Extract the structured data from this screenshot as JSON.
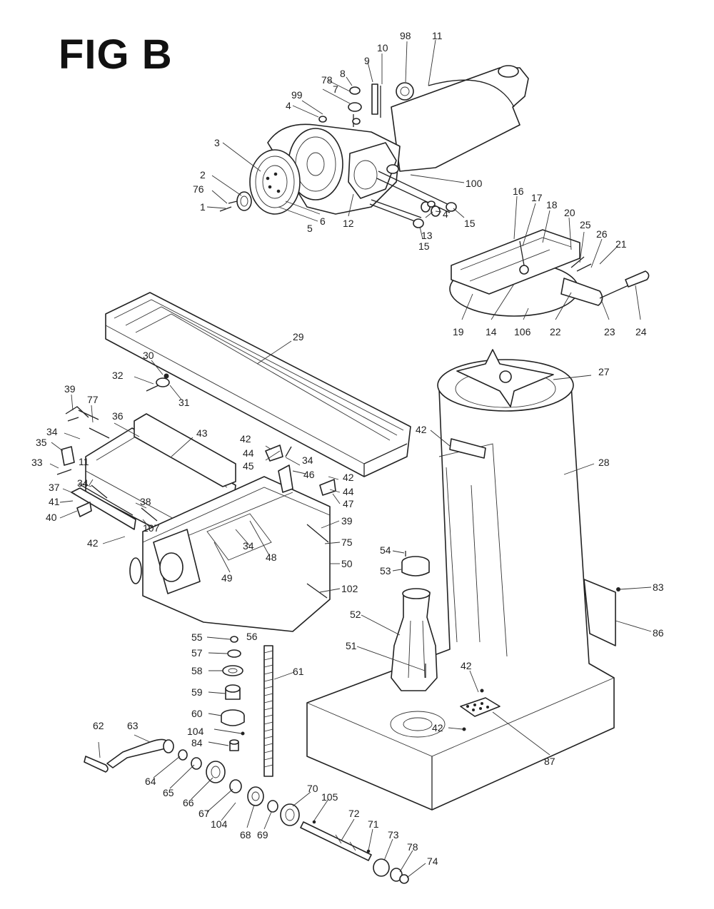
{
  "figure": {
    "title": "FIG B"
  },
  "callouts": [
    {
      "id": "1",
      "text": "1"
    },
    {
      "id": "2",
      "text": "2"
    },
    {
      "id": "3",
      "text": "3"
    },
    {
      "id": "4a",
      "text": "4"
    },
    {
      "id": "4b",
      "text": "4"
    },
    {
      "id": "5",
      "text": "5"
    },
    {
      "id": "6",
      "text": "6"
    },
    {
      "id": "7",
      "text": "7"
    },
    {
      "id": "8",
      "text": "8"
    },
    {
      "id": "9",
      "text": "9"
    },
    {
      "id": "10",
      "text": "10"
    },
    {
      "id": "11",
      "text": "11"
    },
    {
      "id": "12",
      "text": "12"
    },
    {
      "id": "13",
      "text": "13"
    },
    {
      "id": "14",
      "text": "14"
    },
    {
      "id": "15a",
      "text": "15"
    },
    {
      "id": "15b",
      "text": "15"
    },
    {
      "id": "16",
      "text": "16"
    },
    {
      "id": "17",
      "text": "17"
    },
    {
      "id": "18",
      "text": "18"
    },
    {
      "id": "19",
      "text": "19"
    },
    {
      "id": "20",
      "text": "20"
    },
    {
      "id": "21",
      "text": "21"
    },
    {
      "id": "22",
      "text": "22"
    },
    {
      "id": "23",
      "text": "23"
    },
    {
      "id": "24",
      "text": "24"
    },
    {
      "id": "25",
      "text": "25"
    },
    {
      "id": "26",
      "text": "26"
    },
    {
      "id": "27",
      "text": "27"
    },
    {
      "id": "28",
      "text": "28"
    },
    {
      "id": "29",
      "text": "29"
    },
    {
      "id": "30",
      "text": "30"
    },
    {
      "id": "31",
      "text": "31"
    },
    {
      "id": "32",
      "text": "32"
    },
    {
      "id": "33",
      "text": "33"
    },
    {
      "id": "34a",
      "text": "34"
    },
    {
      "id": "34b",
      "text": "34"
    },
    {
      "id": "34c",
      "text": "34"
    },
    {
      "id": "34d",
      "text": "34"
    },
    {
      "id": "35",
      "text": "35"
    },
    {
      "id": "36",
      "text": "36"
    },
    {
      "id": "37",
      "text": "37"
    },
    {
      "id": "38",
      "text": "38"
    },
    {
      "id": "39a",
      "text": "39"
    },
    {
      "id": "39b",
      "text": "39"
    },
    {
      "id": "40",
      "text": "40"
    },
    {
      "id": "41",
      "text": "41"
    },
    {
      "id": "42a",
      "text": "42"
    },
    {
      "id": "42b",
      "text": "42"
    },
    {
      "id": "42c",
      "text": "42"
    },
    {
      "id": "42d",
      "text": "42"
    },
    {
      "id": "42e",
      "text": "42"
    },
    {
      "id": "42f",
      "text": "42"
    },
    {
      "id": "42g",
      "text": "42"
    },
    {
      "id": "43",
      "text": "43"
    },
    {
      "id": "44a",
      "text": "44"
    },
    {
      "id": "44b",
      "text": "44"
    },
    {
      "id": "45",
      "text": "45"
    },
    {
      "id": "46",
      "text": "46"
    },
    {
      "id": "47",
      "text": "47"
    },
    {
      "id": "48",
      "text": "48"
    },
    {
      "id": "49",
      "text": "49"
    },
    {
      "id": "50",
      "text": "50"
    },
    {
      "id": "51",
      "text": "51"
    },
    {
      "id": "52",
      "text": "52"
    },
    {
      "id": "53",
      "text": "53"
    },
    {
      "id": "54",
      "text": "54"
    },
    {
      "id": "55",
      "text": "55"
    },
    {
      "id": "56",
      "text": "56"
    },
    {
      "id": "57",
      "text": "57"
    },
    {
      "id": "58",
      "text": "58"
    },
    {
      "id": "59",
      "text": "59"
    },
    {
      "id": "60",
      "text": "60"
    },
    {
      "id": "61",
      "text": "61"
    },
    {
      "id": "62",
      "text": "62"
    },
    {
      "id": "63",
      "text": "63"
    },
    {
      "id": "64",
      "text": "64"
    },
    {
      "id": "65",
      "text": "65"
    },
    {
      "id": "66",
      "text": "66"
    },
    {
      "id": "67",
      "text": "67"
    },
    {
      "id": "68",
      "text": "68"
    },
    {
      "id": "69",
      "text": "69"
    },
    {
      "id": "70",
      "text": "70"
    },
    {
      "id": "71",
      "text": "71"
    },
    {
      "id": "72",
      "text": "72"
    },
    {
      "id": "73",
      "text": "73"
    },
    {
      "id": "74",
      "text": "74"
    },
    {
      "id": "75",
      "text": "75"
    },
    {
      "id": "76",
      "text": "76"
    },
    {
      "id": "77",
      "text": "77"
    },
    {
      "id": "78a",
      "text": "78"
    },
    {
      "id": "78b",
      "text": "78"
    },
    {
      "id": "83",
      "text": "83"
    },
    {
      "id": "84",
      "text": "84"
    },
    {
      "id": "86",
      "text": "86"
    },
    {
      "id": "87",
      "text": "87"
    },
    {
      "id": "98",
      "text": "98"
    },
    {
      "id": "99",
      "text": "99"
    },
    {
      "id": "100",
      "text": "100"
    },
    {
      "id": "102",
      "text": "102"
    },
    {
      "id": "104a",
      "text": "104"
    },
    {
      "id": "104b",
      "text": "104"
    },
    {
      "id": "105",
      "text": "105"
    },
    {
      "id": "106",
      "text": "106"
    },
    {
      "id": "107",
      "text": "107"
    },
    {
      "id": "11b",
      "text": "11"
    }
  ]
}
